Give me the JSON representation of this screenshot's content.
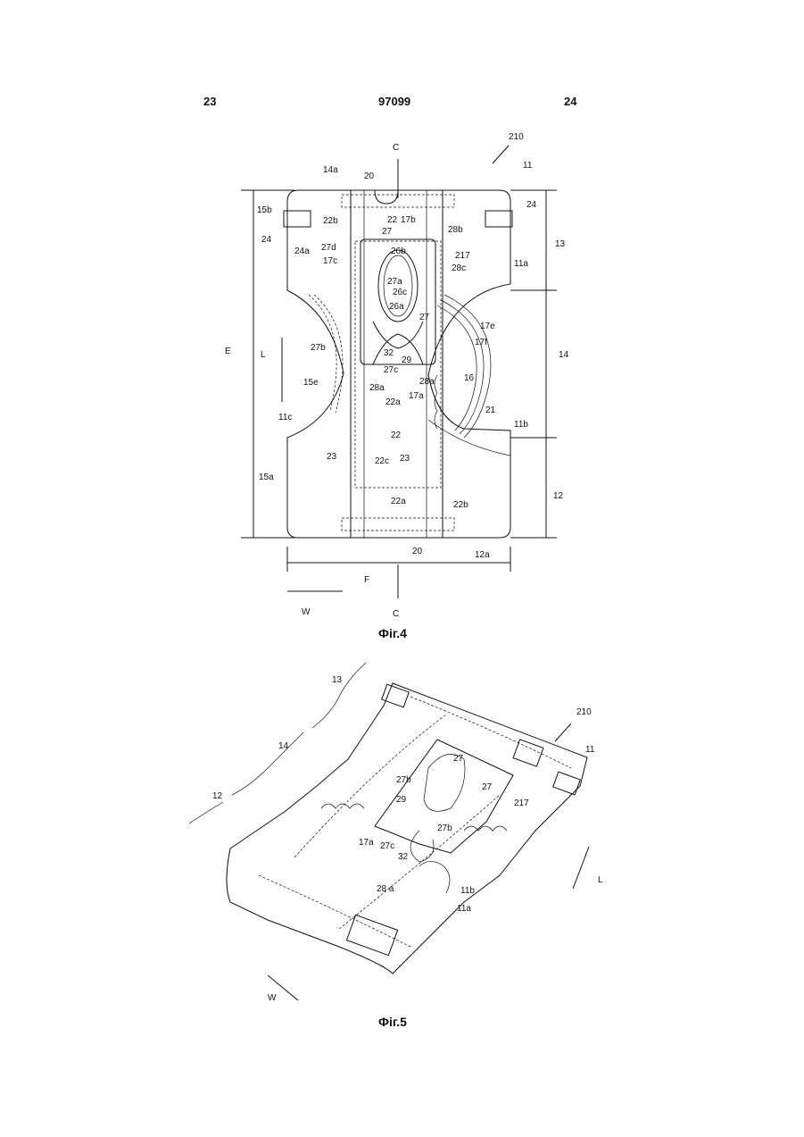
{
  "header": {
    "page_left": "23",
    "patent_no": "97099",
    "page_right": "24"
  },
  "fig4": {
    "caption": "Фіг.4",
    "labels": {
      "C_top": "C",
      "n210": "210",
      "n11": "11",
      "n14a": "14a",
      "n20_top": "20",
      "n15b": "15b",
      "n22b_top": "22b",
      "n22_top": "22",
      "n17b": "17b",
      "n24_right": "24",
      "n24_left": "24",
      "n24a": "24a",
      "n27_top": "27",
      "n28b": "28b",
      "n13": "13",
      "n27d": "27d",
      "n26b": "26b",
      "n217": "217",
      "n17c": "17c",
      "n28c": "28c",
      "n11a": "11a",
      "n27a": "27a",
      "n26c": "26c",
      "n26a": "26a",
      "n27_mid": "27",
      "n17e": "17e",
      "n17f": "17f",
      "n27b": "27b",
      "E": "E",
      "L": "L",
      "n32": "32",
      "n29": "29",
      "n14": "14",
      "n27c": "27c",
      "n28a_1": "28a",
      "n28a_2": "28a",
      "n15e": "15e",
      "n17a": "17a",
      "n16": "16",
      "n22a_1": "22a",
      "n21": "21",
      "n11c": "11c",
      "n11b": "11b",
      "n22_mid": "22",
      "n15a": "15a",
      "n23_left": "23",
      "n22c": "22c",
      "n23_right": "23",
      "n12": "12",
      "n22a_2": "22a",
      "n22b_bottom": "22b",
      "n20_bottom": "20",
      "n12a": "12a",
      "F": "F",
      "W": "W",
      "C_bottom": "C"
    }
  },
  "fig5": {
    "caption": "Фіг.5",
    "labels": {
      "n13": "13",
      "n14": "14",
      "n12": "12",
      "n210": "210",
      "n11": "11",
      "n27_top": "27",
      "n27b_1": "27b",
      "n29": "29",
      "n27": "27",
      "n217": "217",
      "n27b_2": "27b",
      "n17a": "17a",
      "n27c": "27c",
      "n32": "32",
      "n28a": "28 a",
      "n11b": "11b",
      "n11a": "11a",
      "L": "L",
      "W": "W"
    }
  }
}
